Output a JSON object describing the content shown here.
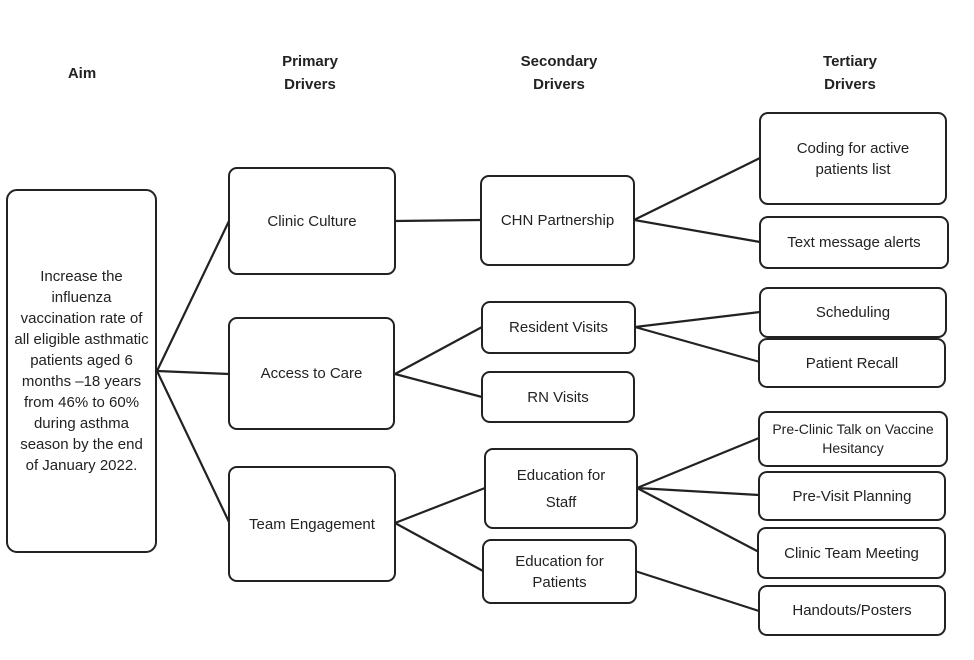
{
  "headers": {
    "aim": "Aim",
    "primary": "Primary\nDrivers",
    "secondary": "Secondary\nDrivers",
    "tertiary": "Tertiary\nDrivers"
  },
  "aim": {
    "text": "Increase the influenza vaccination rate of all eligible asthmatic patients aged 6 months –18 years from 46% to 60% during asthma season by the end of January 2022."
  },
  "primary": [
    {
      "label": "Clinic Culture"
    },
    {
      "label": "Access to Care"
    },
    {
      "label": "Team Engagement"
    }
  ],
  "secondary": [
    {
      "label": "CHN Partnership"
    },
    {
      "label": "Resident Visits"
    },
    {
      "label": "RN Visits"
    },
    {
      "label": "Education for Staff"
    },
    {
      "label": "Education for Patients"
    }
  ],
  "tertiary": [
    {
      "label": "Coding for active patients list"
    },
    {
      "label": "Text message alerts"
    },
    {
      "label": "Scheduling"
    },
    {
      "label": "Patient Recall"
    },
    {
      "label": "Pre-Clinic Talk on Vaccine Hesitancy"
    },
    {
      "label": "Pre-Visit Planning"
    },
    {
      "label": "Clinic Team Meeting"
    },
    {
      "label": "Handouts/Posters"
    }
  ]
}
